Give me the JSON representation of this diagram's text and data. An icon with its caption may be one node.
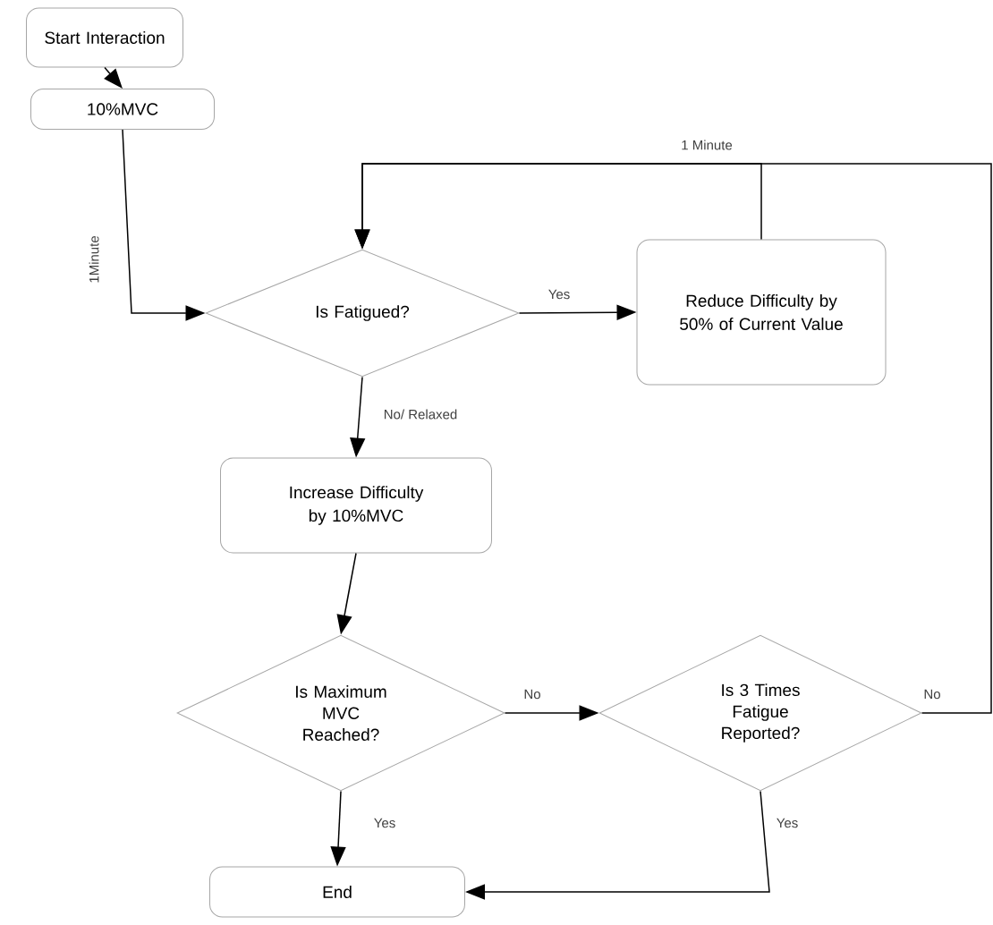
{
  "diagram": {
    "nodes": [
      {
        "text": [
          "Start Interaction"
        ]
      },
      {
        "text": [
          "10%MVC"
        ]
      },
      {
        "text": [
          "Is Fatigued?"
        ]
      },
      {
        "text": [
          "Reduce Difficulty by 50% of Current Value"
        ]
      },
      {
        "text": [
          "Increase Difficulty by 10%MVC"
        ]
      },
      {
        "text": [
          "Is Maximum MVC Reached?"
        ]
      },
      {
        "text": [
          "Is 3 Times Fatigue Reported?"
        ]
      },
      {
        "text": [
          "End"
        ]
      }
    ],
    "edges": [
      {
        "from": 0,
        "to": 1,
        "arrow": "to"
      },
      {
        "from": 1,
        "to": 2,
        "arrow": "to",
        "label": "1Minute"
      },
      {
        "from": 2,
        "to": 3,
        "arrow": "to",
        "label": "Yes"
      },
      {
        "from": 2,
        "to": 4,
        "arrow": "to",
        "label": "No/ Relaxed"
      },
      {
        "from": 3,
        "to": 2,
        "arrow": "to",
        "label": "1 Minute"
      },
      {
        "from": 4,
        "to": 5,
        "arrow": "to"
      },
      {
        "from": 5,
        "to": 6,
        "arrow": "to",
        "label": "No"
      },
      {
        "from": 6,
        "to": 2,
        "arrow": "to",
        "label": "No"
      },
      {
        "from": 5,
        "to": 7,
        "arrow": "to",
        "label": "Yes"
      },
      {
        "from": 6,
        "to": 7,
        "arrow": "to",
        "label": "Yes"
      }
    ]
  }
}
